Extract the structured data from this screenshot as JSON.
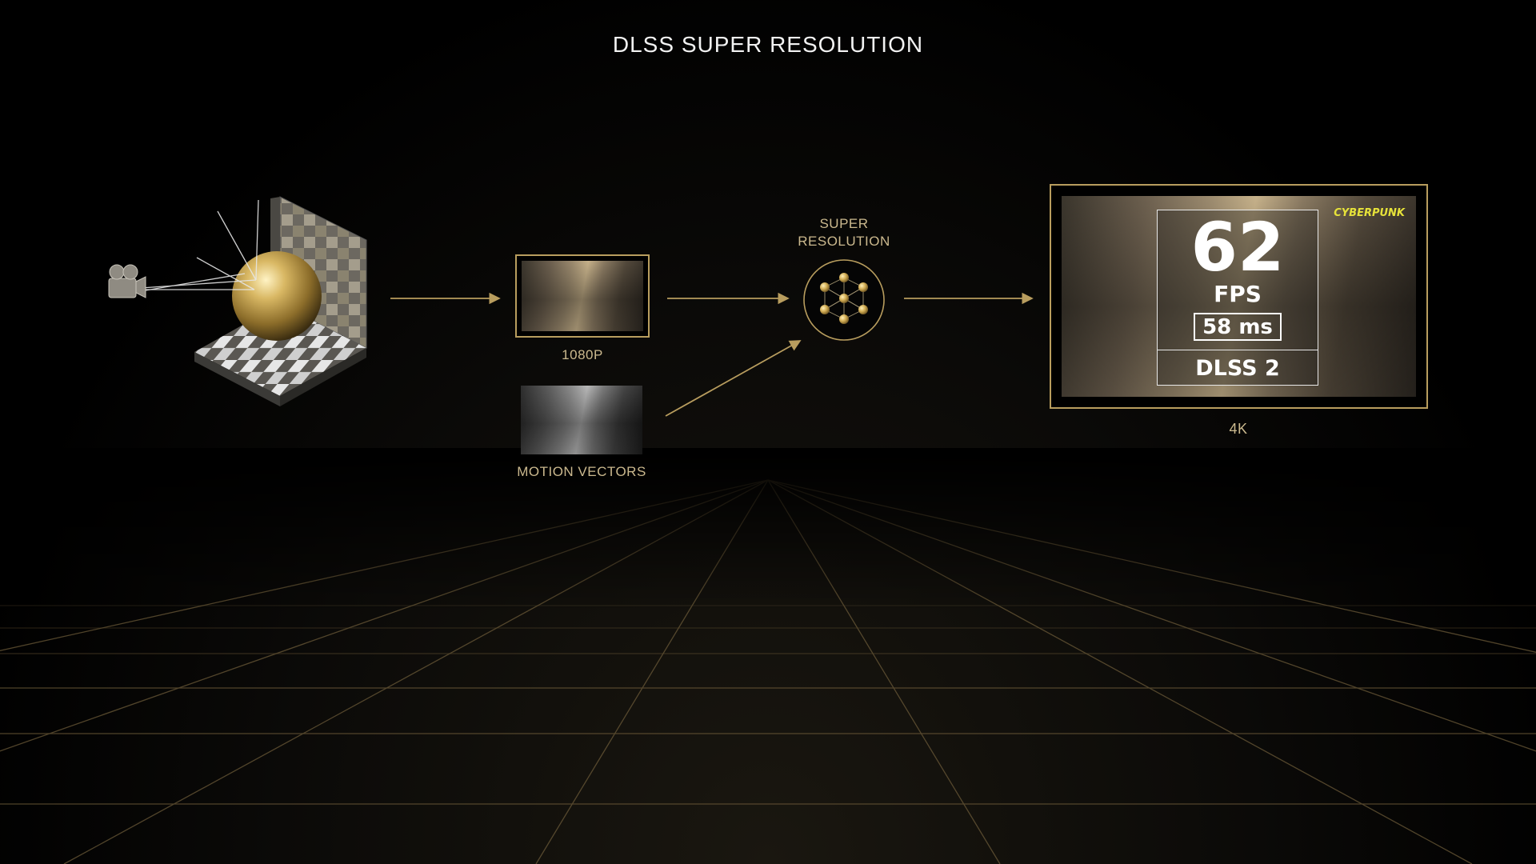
{
  "title": "DLSS SUPER RESOLUTION",
  "inputs": {
    "frame_label": "1080P",
    "motion_vectors_label": "MOTION VECTORS"
  },
  "network": {
    "label_line1": "SUPER",
    "label_line2": "RESOLUTION",
    "icon": "neural-network-icon"
  },
  "output": {
    "resolution_label": "4K",
    "fps_value": "62",
    "fps_label": "FPS",
    "latency": "58 ms",
    "mode": "DLSS 2",
    "game_logo": "CYBERPUNK"
  },
  "colors": {
    "accent_gold": "#b89d5e",
    "label_gold": "#cbb98e",
    "grid_line": "#6b5a38"
  }
}
